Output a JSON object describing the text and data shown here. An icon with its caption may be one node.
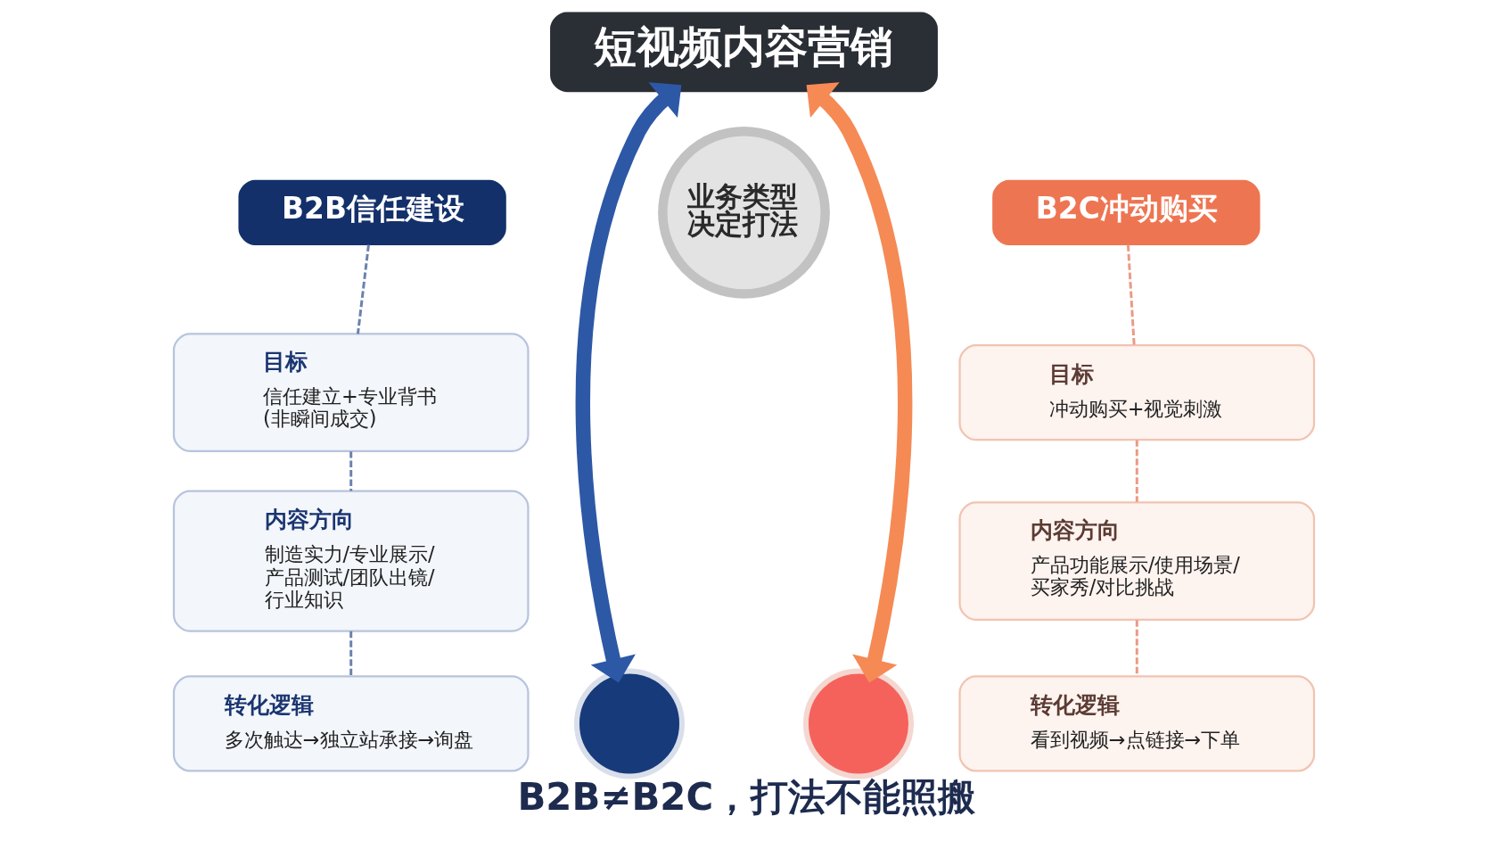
{
  "diagram": {
    "caption": "B2B≠B2C，打法不能照搬",
    "nodes": [
      {
        "text": [
          "短视频内容营销"
        ]
      },
      {
        "text": [
          "业务类型决定打法"
        ]
      },
      {
        "text": [
          "B2B信任建设"
        ]
      },
      {
        "text": [
          "目标",
          "信任建立+专业背书(非瞬间成交)"
        ]
      },
      {
        "text": [
          "内容方向",
          "制造实力/专业展示/产品测试/团队出镜/行业知识"
        ]
      },
      {
        "text": [
          "转化逻辑",
          "多次触达→独立站承接→询盘"
        ]
      },
      {
        "text": [
          "B2C冲动购买"
        ]
      },
      {
        "text": [
          "目标",
          "冲动购买+视觉刺激"
        ]
      },
      {
        "text": [
          "内容方向",
          "产品功能展示/使用场景/买家秀/对比挑战"
        ]
      },
      {
        "text": [
          "转化逻辑",
          "看到视频→点链接→下单"
        ]
      },
      {
        "text": [],
        "shape": "circle"
      },
      {
        "text": [],
        "shape": "circle"
      }
    ],
    "edges": [
      {
        "from": 0,
        "to": 10,
        "arrow": "both",
        "style": "thick",
        "color": "#2d58a6"
      },
      {
        "from": 0,
        "to": 11,
        "arrow": "both",
        "style": "thick",
        "color": "#f58a55"
      },
      {
        "from": 2,
        "to": 3,
        "arrow": "none",
        "style": "dashed",
        "color": "#6a82ad"
      },
      {
        "from": 3,
        "to": 4,
        "arrow": "none",
        "style": "dashed",
        "color": "#6a82ad"
      },
      {
        "from": 4,
        "to": 5,
        "arrow": "none",
        "style": "dashed",
        "color": "#6a82ad"
      },
      {
        "from": 6,
        "to": 7,
        "arrow": "none",
        "style": "dashed",
        "color": "#ec9a84"
      },
      {
        "from": 7,
        "to": 8,
        "arrow": "none",
        "style": "dashed",
        "color": "#ec9a84"
      },
      {
        "from": 8,
        "to": 9,
        "arrow": "none",
        "style": "dashed",
        "color": "#ec9a84"
      }
    ]
  }
}
